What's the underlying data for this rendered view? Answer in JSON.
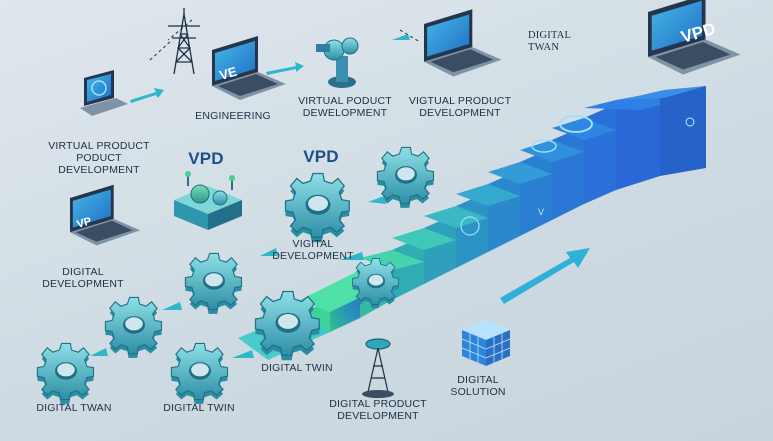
{
  "labels": {
    "virtual_product_development_left": "VIRTUAL PRODUCT\nPODUCT\nDEVELOPMENT",
    "engineering": "ENGINEERING",
    "vpd_left": "VPD",
    "vpd_center": "VPD",
    "virtual_podcut_development": "VIRTUAL PODUCT\nDEWELOPMENT",
    "vigtual_product_development": "VIGTUAL PRODUCT\nDEVELOPMENT",
    "digital_twan_top": "DIGITAL\nTWAN",
    "digital_development": "DIGITAL\nDEVELOPMENT",
    "vigital_development": "VIGITAL\nDEVELOPMENT",
    "digital_twin_center": "DIGITAL TWIN",
    "digital_twan_bottom": "DIGITAL TWAN",
    "digital_twin_bottom": "DIGITAL TWIN",
    "digital_product_development": "DIGITAL PRODUCT\nDEVELOPMENT",
    "digital_solution": "DIGITAL\nSOLUTION"
  },
  "screens": {
    "ve": "VE",
    "vpd": "VPD",
    "vp": "VP"
  },
  "colors": {
    "teal": "#2fa7b8",
    "blue": "#2e78d6",
    "green": "#3fd39a",
    "navy": "#1d2f44",
    "background": "#d6e0e6"
  }
}
